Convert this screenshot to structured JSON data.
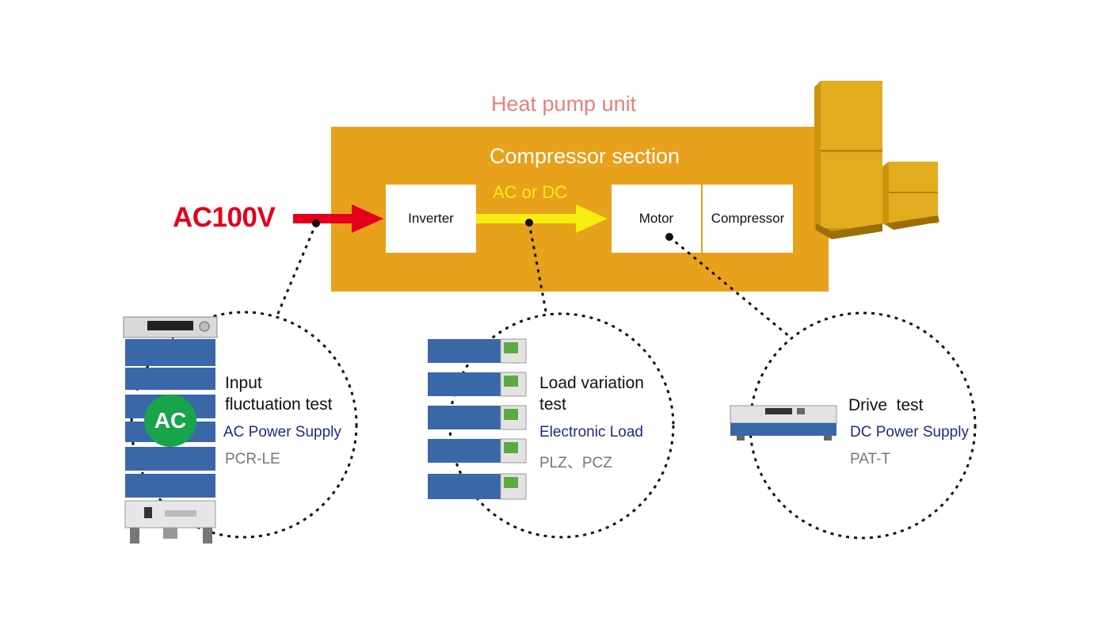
{
  "heat_pump": {
    "title": "Heat pump unit"
  },
  "compressor_section": {
    "title": "Compressor section",
    "inverter_label": "Inverter",
    "motor_label": "Motor",
    "compressor_label": "Compressor",
    "arrow_label": "AC or DC"
  },
  "input": {
    "label": "AC100V"
  },
  "tests": [
    {
      "name_line1": "Input",
      "name_line2": "fluctuation test",
      "equipment": "AC Power Supply",
      "model": "PCR-LE",
      "badge": "AC"
    },
    {
      "name_line1": "Load variation",
      "name_line2": "test",
      "equipment": "Electronic Load",
      "model": "PLZ、PCZ"
    },
    {
      "name_line1": "Drive  test",
      "equipment": "DC Power Supply",
      "model": "PAT-T"
    }
  ],
  "colors": {
    "section_box": "#e8a11a",
    "heat_pump_title": "#e8807a",
    "input_arrow": "#e3001b",
    "output_arrow": "#f5ee10",
    "equipment_text": "#1f2c80",
    "model_text": "#777777",
    "ac_badge": "#17a44a"
  }
}
